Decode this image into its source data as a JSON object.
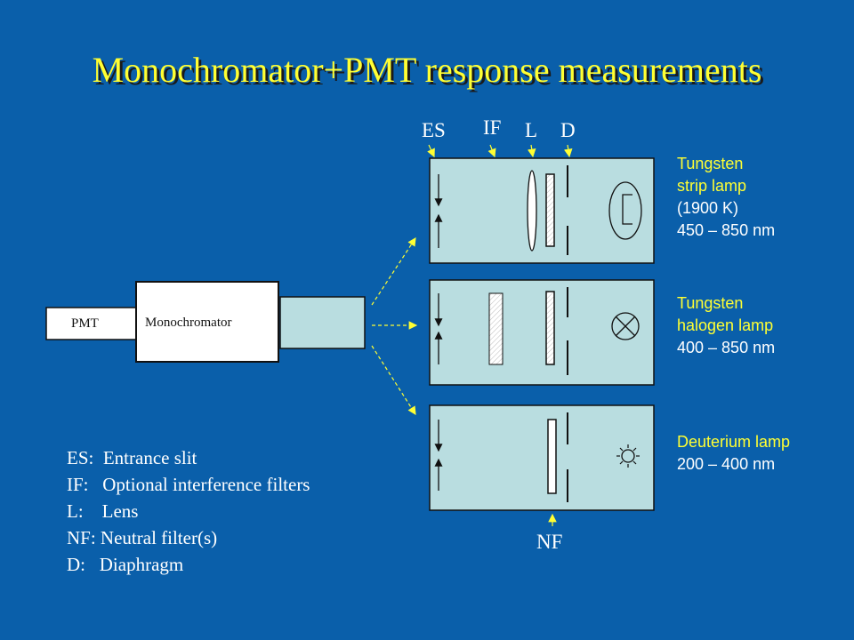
{
  "title": "Monochromator+PMT  response measurements",
  "blocks": {
    "pmt": "PMT",
    "monochromator": "Monochromator"
  },
  "component_labels": {
    "es": "ES",
    "if": "IF",
    "l": "L",
    "d": "D",
    "nf": "NF"
  },
  "lamps": [
    {
      "lines": [
        "Tungsten",
        "strip lamp"
      ],
      "extra": [
        "(1900 K)",
        "450 – 850 nm"
      ]
    },
    {
      "lines": [
        "Tungsten",
        "halogen lamp"
      ],
      "extra": [
        "400 – 850 nm"
      ]
    },
    {
      "lines": [
        "Deuterium lamp"
      ],
      "extra": [
        "200 – 400 nm"
      ]
    }
  ],
  "legend": [
    "ES:  Entrance slit",
    "IF:   Optional interference filters",
    "L:    Lens",
    "NF: Neutral filter(s)",
    "D:   Diaphragm"
  ],
  "colors": {
    "background": "#0a5faa",
    "title": "#ffff33",
    "box_fill": "#b9dde0",
    "arrow": "#ffff33"
  }
}
